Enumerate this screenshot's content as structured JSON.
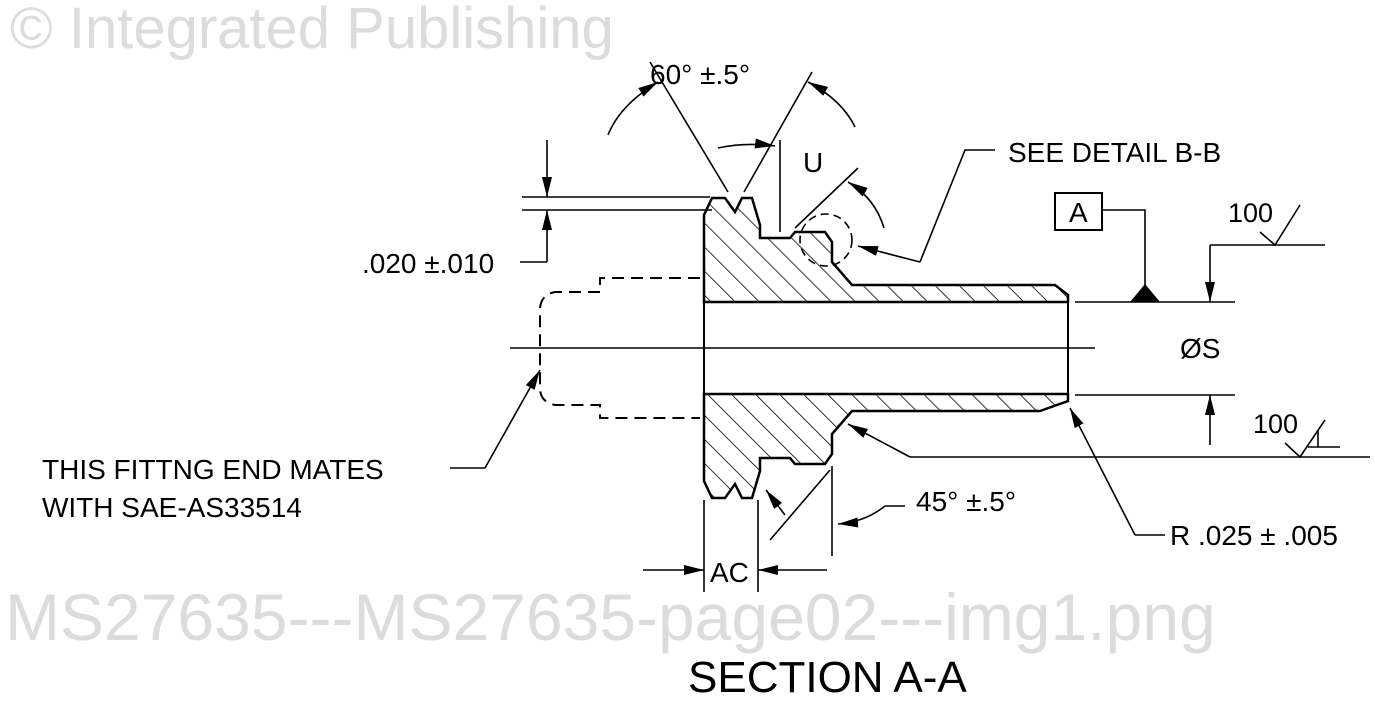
{
  "watermark": {
    "line1": "© Integrated Publishing",
    "line2": "MS27635---MS27635-page02---img1.png"
  },
  "labels": {
    "angle_60": "60° ±.5°",
    "u": "U",
    "see_detail": "SEE DETAIL B-B",
    "datum_a": "A",
    "finish_top": "100",
    "finish_bottom": "100",
    "diameter_s": "ØS",
    "tolerance_020": ".020 ±.010",
    "note_line1": "THIS FITTNG END MATES",
    "note_line2": "WITH SAE-AS33514",
    "angle_45": "45° ±.5°",
    "radius": "R .025 ± .005",
    "ac": "AC",
    "section_title": "SECTION A-A"
  }
}
